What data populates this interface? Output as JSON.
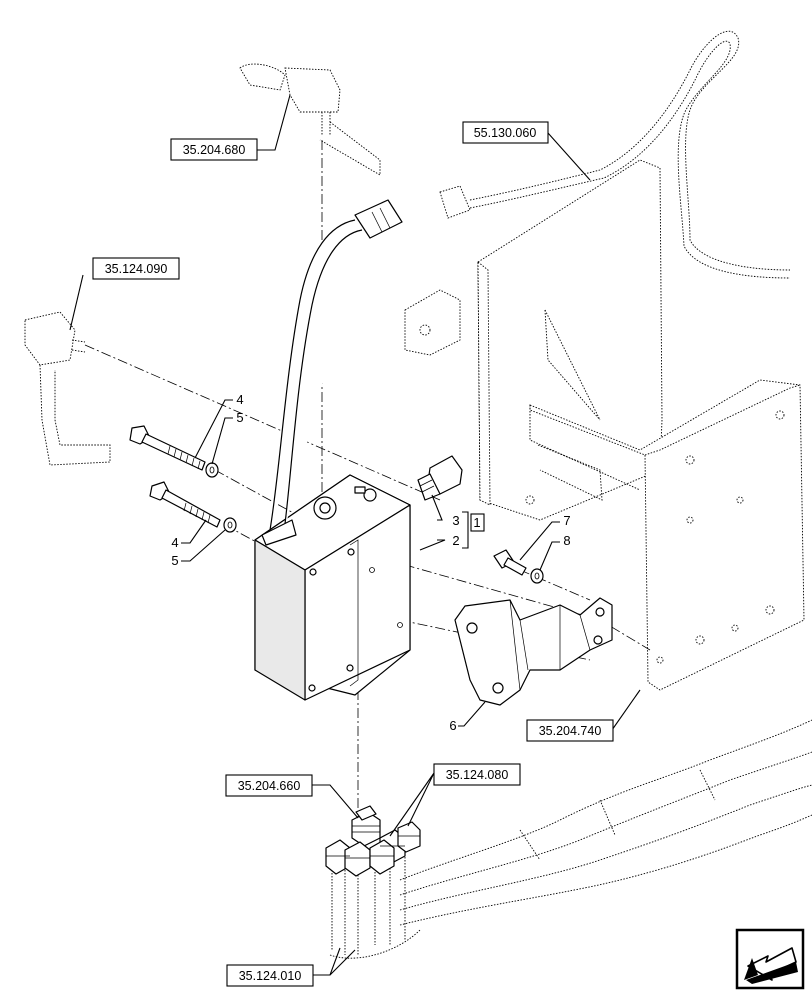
{
  "references": [
    {
      "id": "ref-35-204-680",
      "label": "35.204.680"
    },
    {
      "id": "ref-55-130-060",
      "label": "55.130.060"
    },
    {
      "id": "ref-35-124-090",
      "label": "35.124.090"
    },
    {
      "id": "ref-35-204-740",
      "label": "35.204.740"
    },
    {
      "id": "ref-35-204-660",
      "label": "35.204.660"
    },
    {
      "id": "ref-35-124-080",
      "label": "35.124.080"
    },
    {
      "id": "ref-35-124-010",
      "label": "35.124.010"
    }
  ],
  "callouts": {
    "bolt_upper": "4",
    "washer_upper": "5",
    "bolt_lower": "4",
    "washer_lower": "5",
    "plug": "3",
    "kit": "1",
    "valve_block": "2",
    "screw": "7",
    "screw_washer": "8",
    "bracket": "6"
  },
  "icons": {
    "navigation": "previous-page-arrow-icon"
  }
}
